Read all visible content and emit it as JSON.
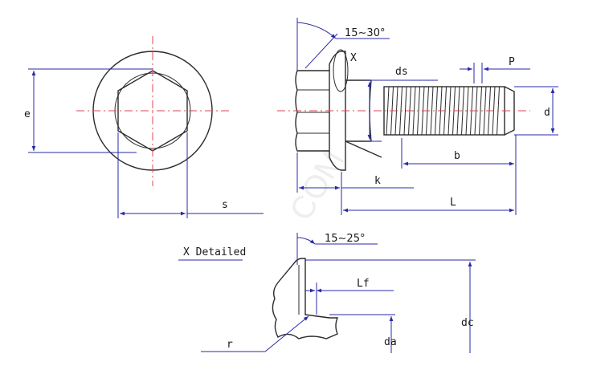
{
  "labels": {
    "e": "e",
    "s": "s",
    "x_mark": "X",
    "angle_top": "15∼30°",
    "ds": "ds",
    "p": "P",
    "d": "d",
    "b": "b",
    "k": "k",
    "L": "L",
    "x_detailed": "X Detailed",
    "angle_detail": "15∼25°",
    "lf": "Lf",
    "dc": "dc",
    "r": "r",
    "da": "da"
  },
  "watermark": "COM",
  "colors": {
    "outline": "#2b2b2b",
    "dimension": "#2a2aa8",
    "centerline": "#e0465a"
  }
}
